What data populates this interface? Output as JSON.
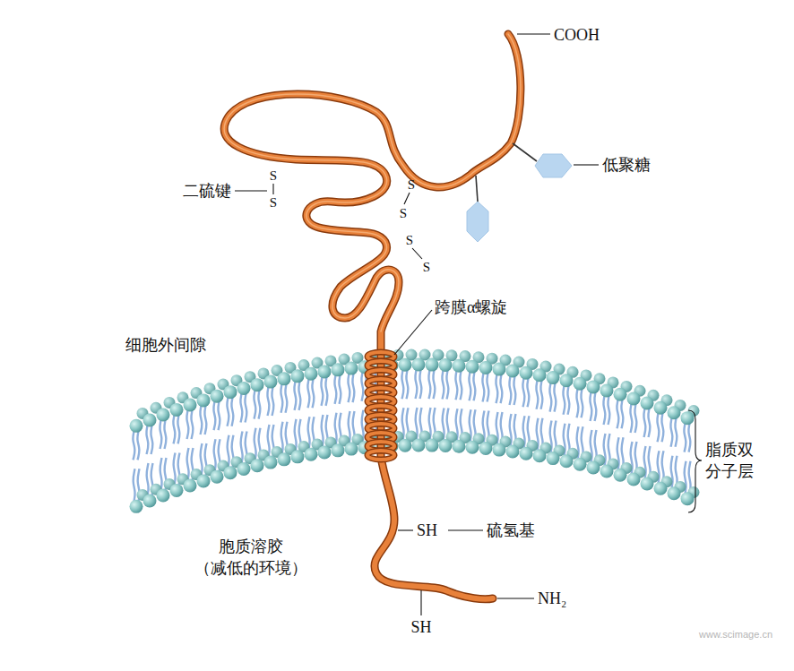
{
  "diagram": {
    "labels": [
      "COOH",
      "低聚糖",
      "二硫键",
      "S",
      "S",
      "S",
      "S",
      "S",
      "S",
      "跨膜α螺旋",
      "细胞外间隙",
      "脂质双 分子层",
      "胞质溶胶 （减低的环境）",
      "SH",
      "硫氢基",
      "SH",
      "NH₂",
      "www.scimage.cn"
    ]
  }
}
